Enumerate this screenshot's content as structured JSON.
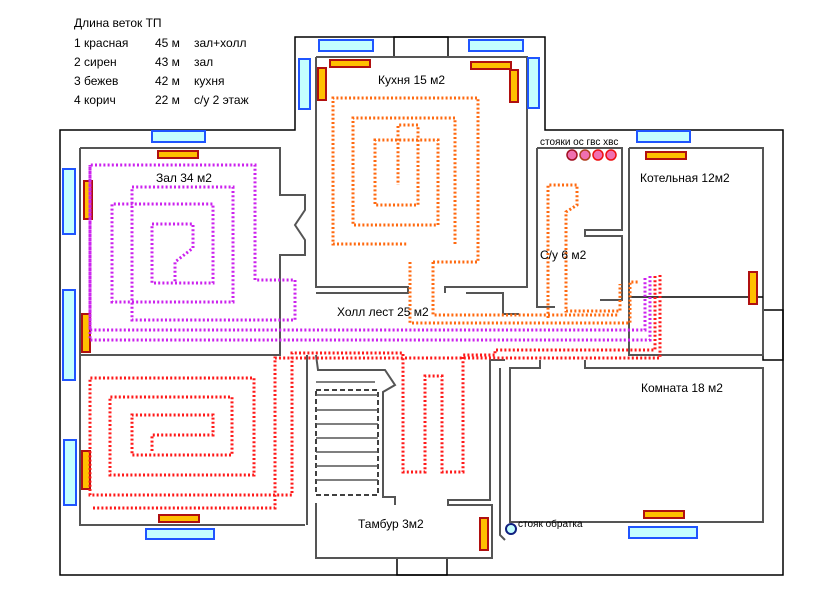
{
  "legend": {
    "title": "Длина веток ТП",
    "rows": [
      {
        "num": "1 красная",
        "length": "45 м",
        "zone": "зал+холл"
      },
      {
        "num": "2 сирен",
        "length": "43 м",
        "zone": "зал"
      },
      {
        "num": "3 бежев",
        "length": "42 м",
        "zone": "кухня"
      },
      {
        "num": "4 корич",
        "length": "22 м",
        "zone": "с/у 2 этаж"
      }
    ]
  },
  "rooms": {
    "kitchen": "Кухня 15 м2",
    "hall": "Зал 34 м2",
    "boiler": "Котельная 12м2",
    "bathroom": "С/у 6 м2",
    "lobby": "Холл лест 25 м2",
    "room": "Комната 18 м2",
    "vestibule": "Тамбур 3м2"
  },
  "annotations": {
    "risers": "стояки ос гвс хвс",
    "return_riser": "стояк обратка"
  },
  "colors": {
    "loop_red": "#ff1a1a",
    "loop_lilac": "#cc22ee",
    "loop_beige": "#ff6a10",
    "window_fill": "#c4ffff",
    "window_stroke": "#1f55ff",
    "radiator_fill": "#ffc000",
    "radiator_stroke": "#b01010"
  }
}
